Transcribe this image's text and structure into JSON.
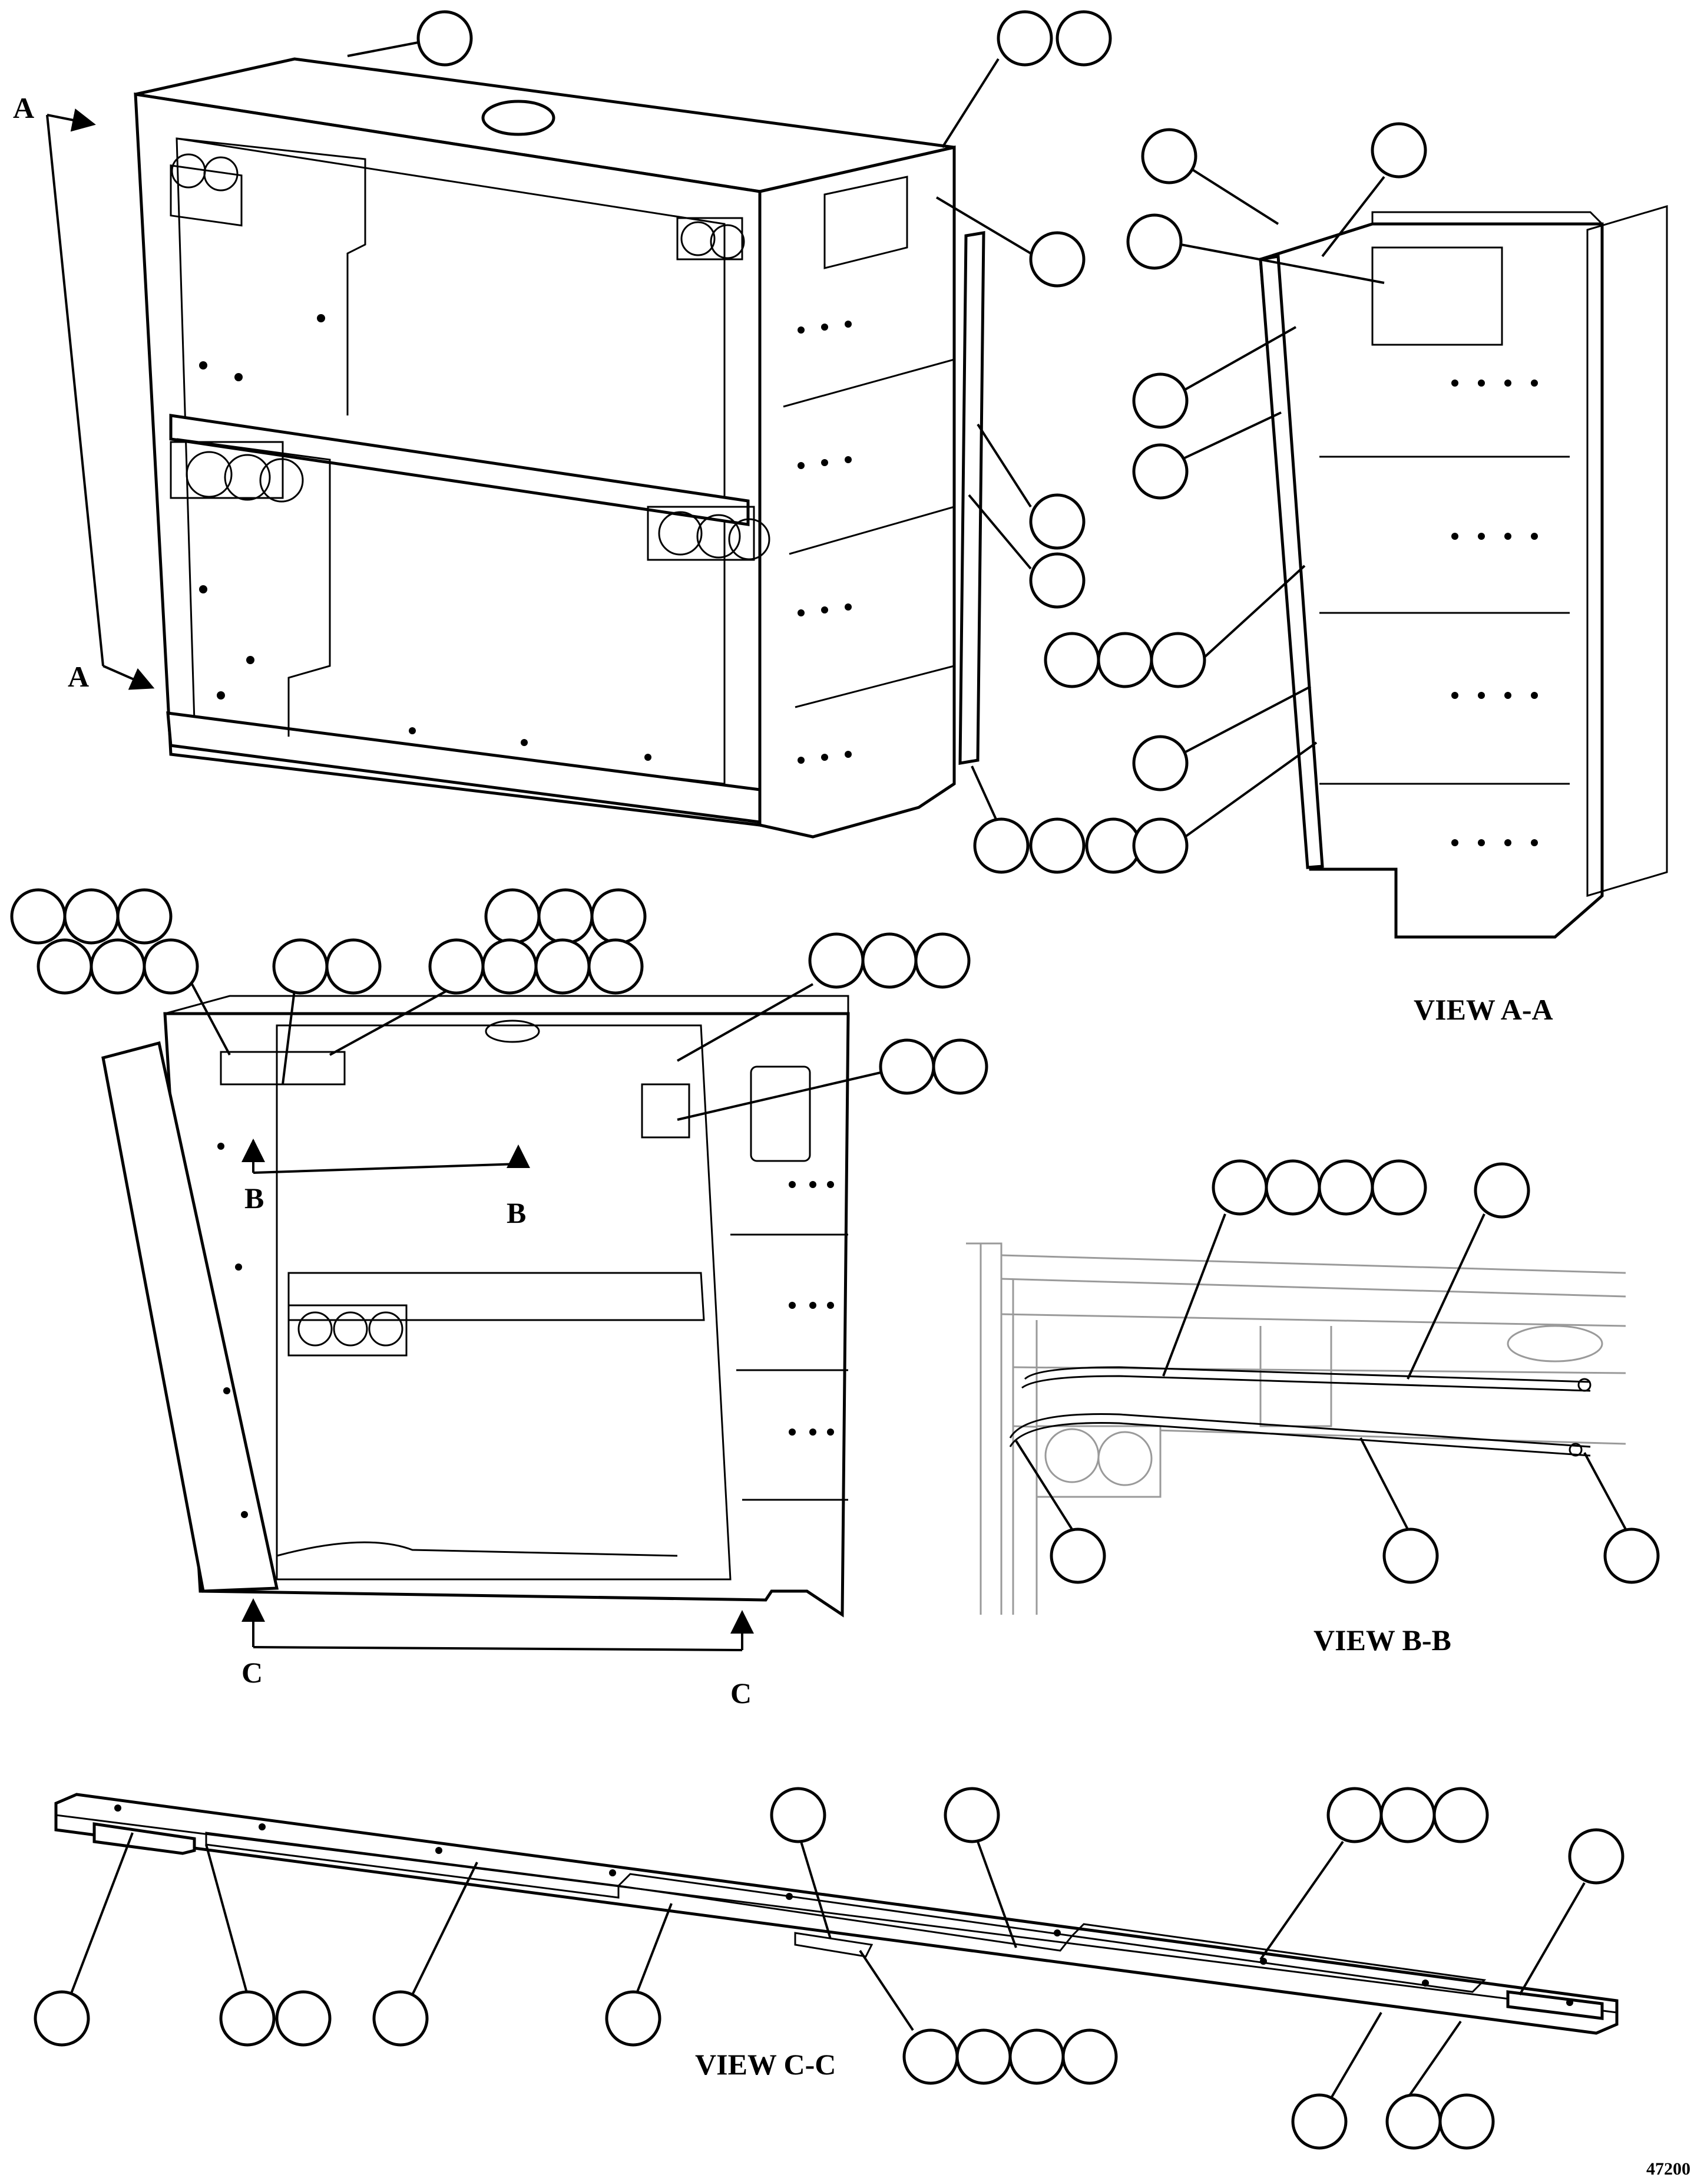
{
  "figure_number": "47200",
  "views": {
    "a": "VIEW A-A",
    "b": "VIEW B-B",
    "c": "VIEW C-C"
  },
  "section_markers": {
    "a_top": "A",
    "a_bottom": "A",
    "b_left": "B",
    "b_right": "B",
    "c_left": "C",
    "c_right": "C"
  }
}
